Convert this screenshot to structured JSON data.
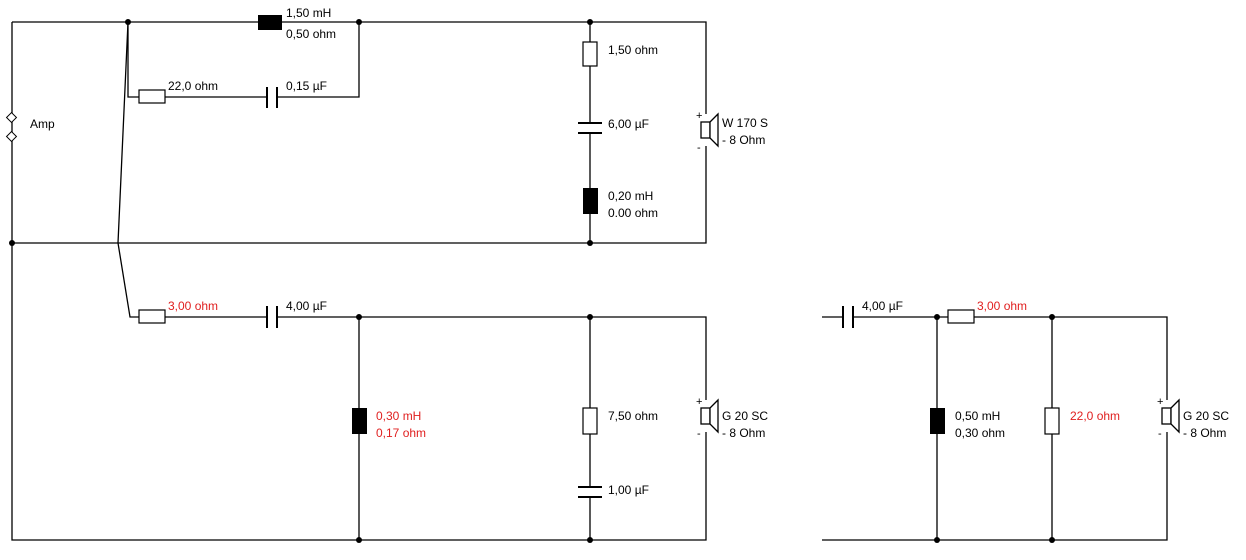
{
  "colors": {
    "wire": "#000000",
    "highlight": "#e02020",
    "background": "#ffffff"
  },
  "amp": {
    "label": "Amp"
  },
  "woofer": {
    "speaker": {
      "line1": "W 170 S",
      "line2": "- 8 Ohm"
    },
    "series_inductor": {
      "value": "1,50 mH",
      "resistance": "0,50 ohm"
    },
    "zobel_resistor": "22,0 ohm",
    "zobel_capacitor": "0,15 µF",
    "notch_resistor": "1,50 ohm",
    "notch_capacitor": "6,00 µF",
    "notch_inductor": {
      "value": "0,20 mH",
      "resistance": "0.00 ohm"
    }
  },
  "tweeter": {
    "speaker": {
      "line1": "G 20 SC",
      "line2": "- 8 Ohm"
    },
    "series_resistor": "3,00 ohm",
    "series_capacitor": "4,00 µF",
    "shunt_inductor": {
      "value": "0,30 mH",
      "resistance": "0,17 ohm"
    },
    "shunt_resistor": "7,50 ohm",
    "shunt_capacitor": "1,00 µF"
  },
  "alt_tweeter": {
    "speaker": {
      "line1": "G 20 SC",
      "line2": "- 8 Ohm"
    },
    "series_capacitor": "4,00 µF",
    "series_resistor": "3,00 ohm",
    "shunt_inductor": {
      "value": "0,50 mH",
      "resistance": "0,30 ohm"
    },
    "shunt_resistor": "22,0 ohm"
  }
}
